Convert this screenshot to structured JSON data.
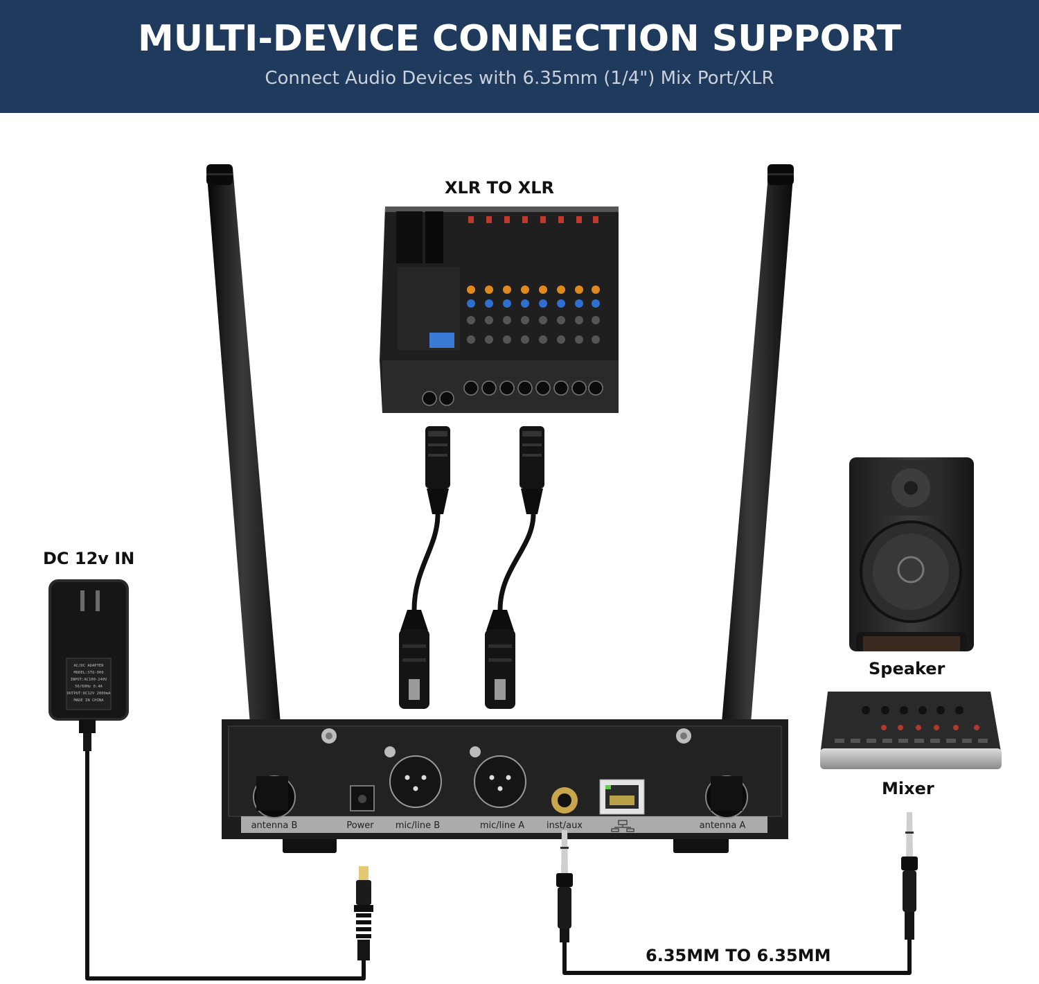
{
  "header": {
    "title": "MULTI-DEVICE CONNECTION SUPPORT",
    "subtitle": "Connect Audio Devices with 6.35mm (1/4\") Mix Port/XLR"
  },
  "labels": {
    "xlr": "XLR TO XLR",
    "dc": "DC 12v IN",
    "speaker": "Speaker",
    "mixer": "Mixer",
    "jack": "6.35MM TO 6.35MM"
  },
  "receiver_ports": {
    "antenna_b": "antenna B",
    "power": "Power",
    "mic_b": "mic/line B",
    "mic_a": "mic/line A",
    "inst": "inst/aux",
    "antenna_a": "antenna A"
  },
  "adapter_text": [
    "AC/DC ADAPTER",
    "MODEL:STQ-009",
    "INPUT:AC100-240V",
    "50/60Hz 0.4A",
    "OUTPUT:DC12V 2000mA",
    "MADE IN CHINA"
  ],
  "colors": {
    "banner": "#1f3a5c",
    "device": "#1b1b1b",
    "label_bar": "#a9a9a9",
    "cable": "#111111"
  }
}
